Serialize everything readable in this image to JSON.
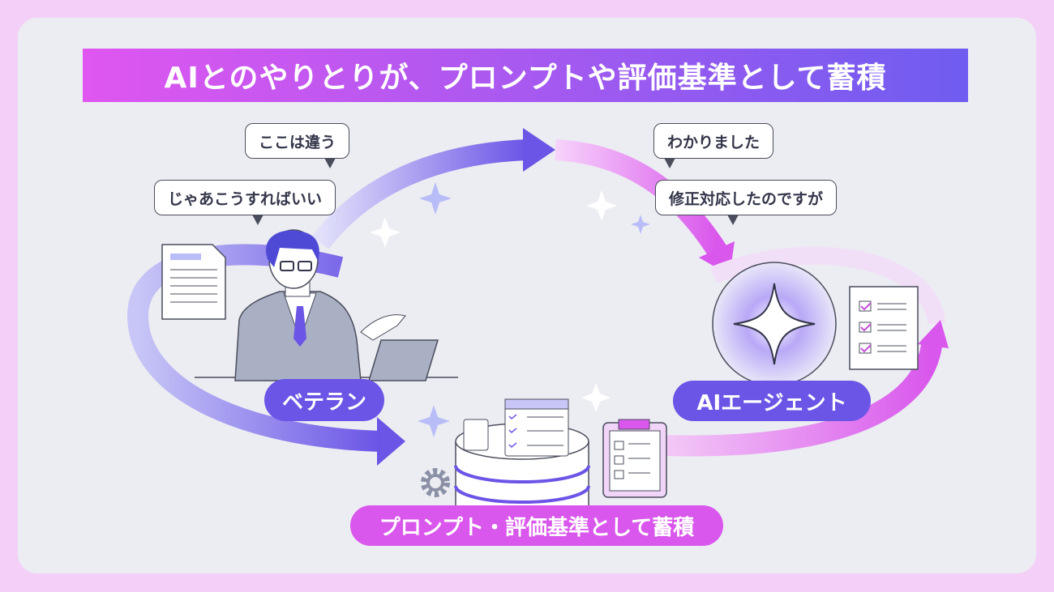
{
  "title": "AIとのやりとりが、プロンプトや評価基準として蓄積",
  "bubbles": {
    "veteran_1": "ここは違う",
    "veteran_2": "じゃあこうすればいい",
    "agent_1": "わかりました",
    "agent_2": "修正対応したのですが"
  },
  "labels": {
    "veteran": "ベテラン",
    "agent": "AIエージェント",
    "storage": "プロンプト・評価基準として蓄積"
  },
  "colors": {
    "background": "#f4d0f8",
    "panel": "#ecedf2",
    "purple": "#6a55e6",
    "magenta": "#d957ec"
  }
}
